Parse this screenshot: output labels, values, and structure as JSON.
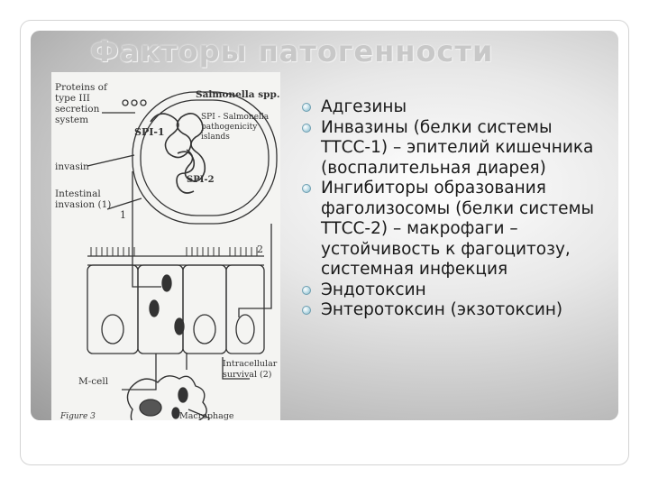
{
  "slide": {
    "title": "Факторы патогенности",
    "bullets": [
      "Адгезины",
      "Инвазины (белки системы ТТСС-1) – эпителий кишечника (воспалительная диарея)",
      "Ингибиторы образования фаголизосомы (белки системы ТТСС-2) – макрофаги – устойчивость к фагоцитозу, системная инфекция",
      "Эндотоксин",
      "Энтеротоксин (экзотоксин)"
    ]
  },
  "figure": {
    "label_proteins": "Proteins of",
    "label_type3": "type III",
    "label_secretion": "secretion",
    "label_system": "system",
    "label_salmonella": "Salmonella spp.",
    "label_spi_desc_1": "SPI - Salmonella",
    "label_spi_desc_2": "pathogenicity",
    "label_spi_desc_3": "islands",
    "label_spi1": "SPI-1",
    "label_spi2": "SPI-2",
    "label_invasin": "invasin",
    "label_intestinal_1": "Intestinal",
    "label_intestinal_2": "invasion (1)",
    "label_num1": "1",
    "label_num2": "2",
    "label_mcell": "M-cell",
    "label_intracellular_1": "Intracellular",
    "label_intracellular_2": "survival (2)",
    "label_figure": "Figure 3",
    "label_macrophage": "Macrophage",
    "colors": {
      "ink": "#333333",
      "paper": "#f4f4f2",
      "bullet_accent": "#7fb4c6"
    }
  }
}
